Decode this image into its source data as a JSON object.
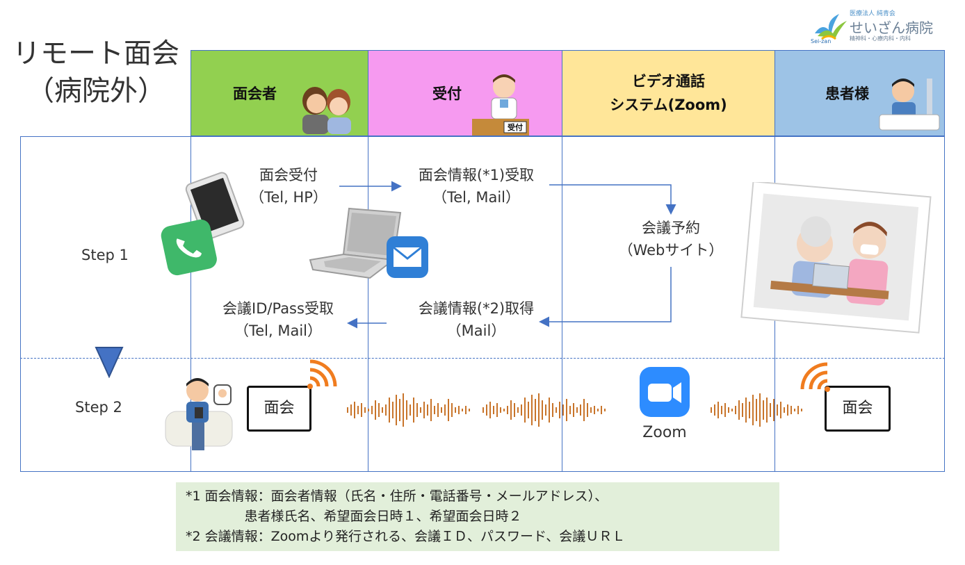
{
  "title": {
    "line1": "リモート面会",
    "line2": "（病院外）"
  },
  "logo": {
    "small": "医療法人 純青会",
    "name": "せいざん病院",
    "sub": "精神科・心療内科・内科",
    "mark": "Sei-zan"
  },
  "columns": [
    {
      "label": "面会者",
      "color": "#92d050"
    },
    {
      "label": "受付",
      "color": "#f69af0"
    },
    {
      "label_line1": "ビデオ通話",
      "label_line2": "システム(Zoom)",
      "color": "#ffe699"
    },
    {
      "label": "患者様",
      "color": "#9dc3e6"
    }
  ],
  "reception_sign": "受付",
  "steps": {
    "step1": "Step 1",
    "step2": "Step 2"
  },
  "flow": {
    "request": {
      "line1": "面会受付",
      "line2": "（Tel, HP）"
    },
    "receive": {
      "line1": "面会情報(*1)受取",
      "line2": "（Tel, Mail）"
    },
    "reserve": {
      "line1": "会議予約",
      "line2": "（Webサイト）"
    },
    "acquire": {
      "line1": "会議情報(*2)取得",
      "line2": "（Mail）"
    },
    "credentials": {
      "line1": "会議ID/Pass受取",
      "line2": "（Tel, Mail）"
    }
  },
  "meeting": {
    "visitor_screen": "面会",
    "patient_screen": "面会",
    "zoom_label": "Zoom"
  },
  "notes": [
    "*1 面会情報：面会者情報（氏名・住所・電話番号・メールアドレス）、",
    "              患者様氏名、希望面会日時１、希望面会日時２",
    "*2 会議情報：Zoomより発行される、会議ＩＤ、パスワード、会議ＵＲＬ"
  ],
  "icons": [
    "phone-icon",
    "tablet-icon",
    "laptop-icon",
    "mail-icon",
    "zoom-icon",
    "wifi-icon",
    "visitor-couple-icon",
    "receptionist-icon",
    "patient-icon",
    "photo-icon",
    "person-with-phone-icon",
    "down-triangle-icon"
  ]
}
